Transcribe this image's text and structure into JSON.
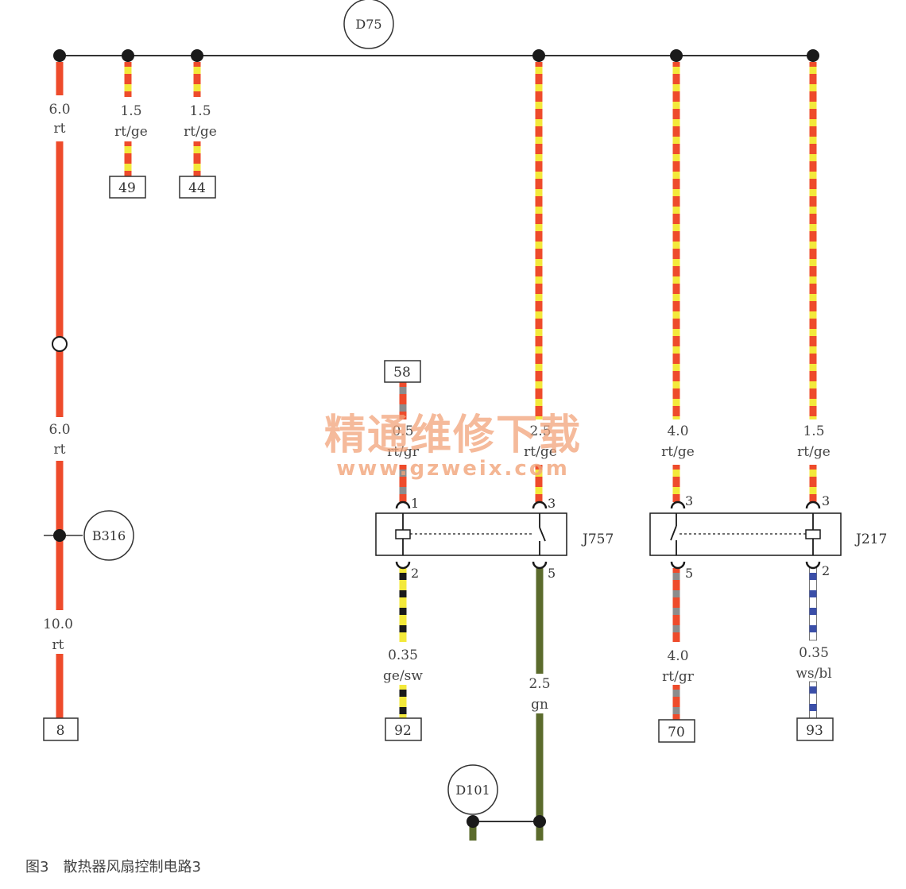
{
  "caption": "图3　散热器风扇控制电路3",
  "watermark": {
    "line1": "精通维修下载",
    "line2": "www.gzweix.com"
  },
  "nodes": {
    "d75": "D75",
    "b316": "B316",
    "d101": "D101"
  },
  "components": {
    "j757": "J757",
    "j217": "J217"
  },
  "pins": {
    "j757_in1": "1",
    "j757_in3": "3",
    "j757_out2": "2",
    "j757_out5": "5",
    "j217_in3a": "3",
    "j217_in3b": "3",
    "j217_out5": "5",
    "j217_out2": "2"
  },
  "connectors": {
    "c8": "8",
    "c49": "49",
    "c44": "44",
    "c58": "58",
    "c92": "92",
    "c70": "70",
    "c93": "93"
  },
  "wires": {
    "w1_top": {
      "size": "6.0",
      "color": "rt"
    },
    "w1_mid": {
      "size": "6.0",
      "color": "rt"
    },
    "w1_bot": {
      "size": "10.0",
      "color": "rt"
    },
    "w2": {
      "size": "1.5",
      "color": "rt/ge"
    },
    "w3": {
      "size": "1.5",
      "color": "rt/ge"
    },
    "w4": {
      "size": "0.5",
      "color": "rt/gr"
    },
    "w5": {
      "size": "2.5",
      "color": "rt/ge"
    },
    "w6": {
      "size": "4.0",
      "color": "rt/ge"
    },
    "w7": {
      "size": "1.5",
      "color": "rt/ge"
    },
    "w8": {
      "size": "0.35",
      "color": "ge/sw"
    },
    "w9": {
      "size": "2.5",
      "color": "gn"
    },
    "w10": {
      "size": "4.0",
      "color": "rt/gr"
    },
    "w11": {
      "size": "0.35",
      "color": "ws/bl"
    }
  },
  "colors": {
    "red": "#ee4b2b",
    "yellow": "#f3e93a",
    "green": "#5b6b2c",
    "grey": "#8c8c8c",
    "blue": "#3b4fa8",
    "white": "#ffffff",
    "black": "#1a1a1a",
    "bus": "#333333"
  }
}
